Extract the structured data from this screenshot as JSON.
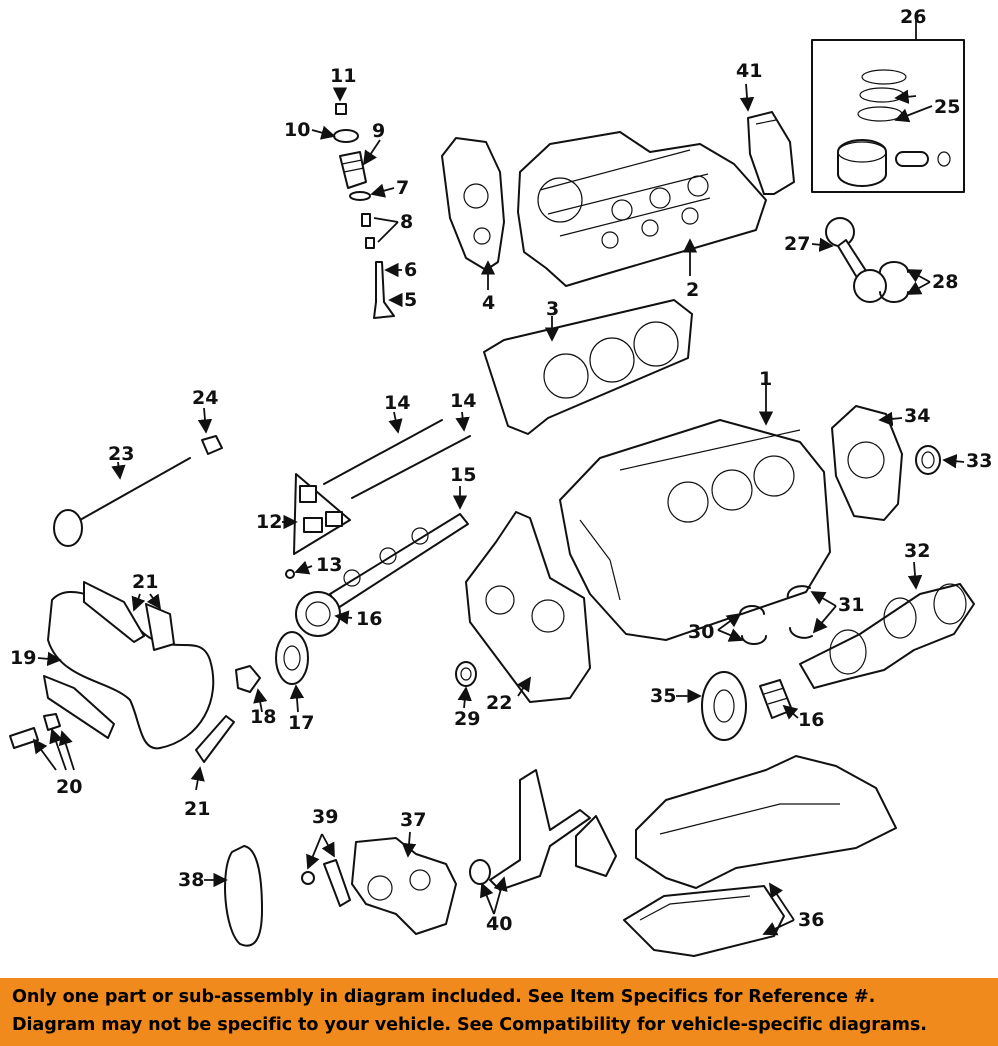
{
  "callouts": {
    "c1": "1",
    "c2": "2",
    "c3": "3",
    "c4": "4",
    "c5": "5",
    "c6": "6",
    "c7": "7",
    "c8": "8",
    "c9": "9",
    "c10": "10",
    "c11": "11",
    "c12": "12",
    "c13": "13",
    "c14a": "14",
    "c14b": "14",
    "c15": "15",
    "c16a": "16",
    "c16b": "16",
    "c17": "17",
    "c18": "18",
    "c19": "19",
    "c20": "20",
    "c21a": "21",
    "c21b": "21",
    "c22": "22",
    "c23": "23",
    "c24": "24",
    "c25": "25",
    "c26": "26",
    "c27": "27",
    "c28": "28",
    "c29": "29",
    "c30": "30",
    "c31": "31",
    "c32": "32",
    "c33": "33",
    "c34": "34",
    "c35": "35",
    "c36": "36",
    "c37": "37",
    "c38": "38",
    "c39": "39",
    "c40": "40",
    "c41": "41"
  },
  "footer": {
    "line1": "Only one part or sub-assembly in diagram included. See Item Specifics for Reference #.",
    "line2": "Diagram may not be specific to your vehicle. See Compatibility for vehicle-specific diagrams.",
    "background_color": "#f08a1c"
  }
}
